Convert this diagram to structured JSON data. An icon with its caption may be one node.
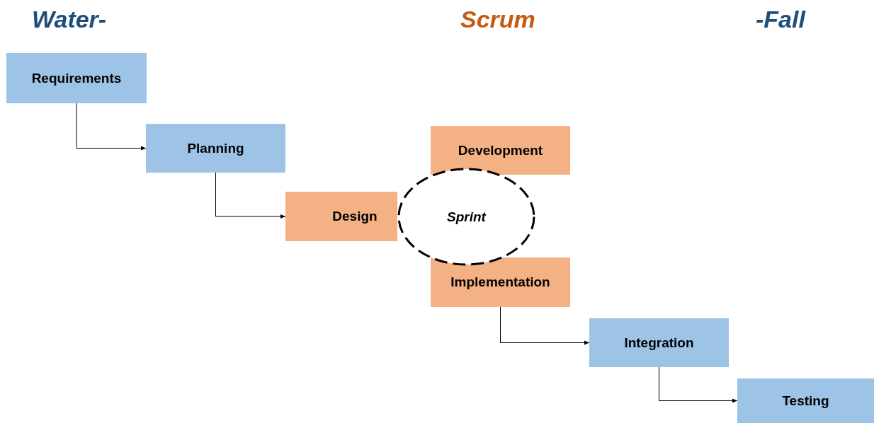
{
  "diagram": {
    "nodes": [
      {
        "text": [
          "Requirements"
        ]
      },
      {
        "text": [
          "Planning"
        ]
      },
      {
        "text": [
          "Design"
        ]
      },
      {
        "text": [
          "Development"
        ]
      },
      {
        "text": [
          "Sprint"
        ]
      },
      {
        "text": [
          "Implementation"
        ]
      },
      {
        "text": [
          "Integration"
        ]
      },
      {
        "text": [
          "Testing"
        ]
      }
    ],
    "edges": [
      {
        "from": 0,
        "to": 1,
        "arrow": "to"
      },
      {
        "from": 1,
        "to": 2,
        "arrow": "to"
      },
      {
        "from": 5,
        "to": 6,
        "arrow": "to"
      },
      {
        "from": 6,
        "to": 7,
        "arrow": "to"
      }
    ],
    "labels": [
      "Water-",
      "Scrum",
      "-Fall"
    ]
  }
}
